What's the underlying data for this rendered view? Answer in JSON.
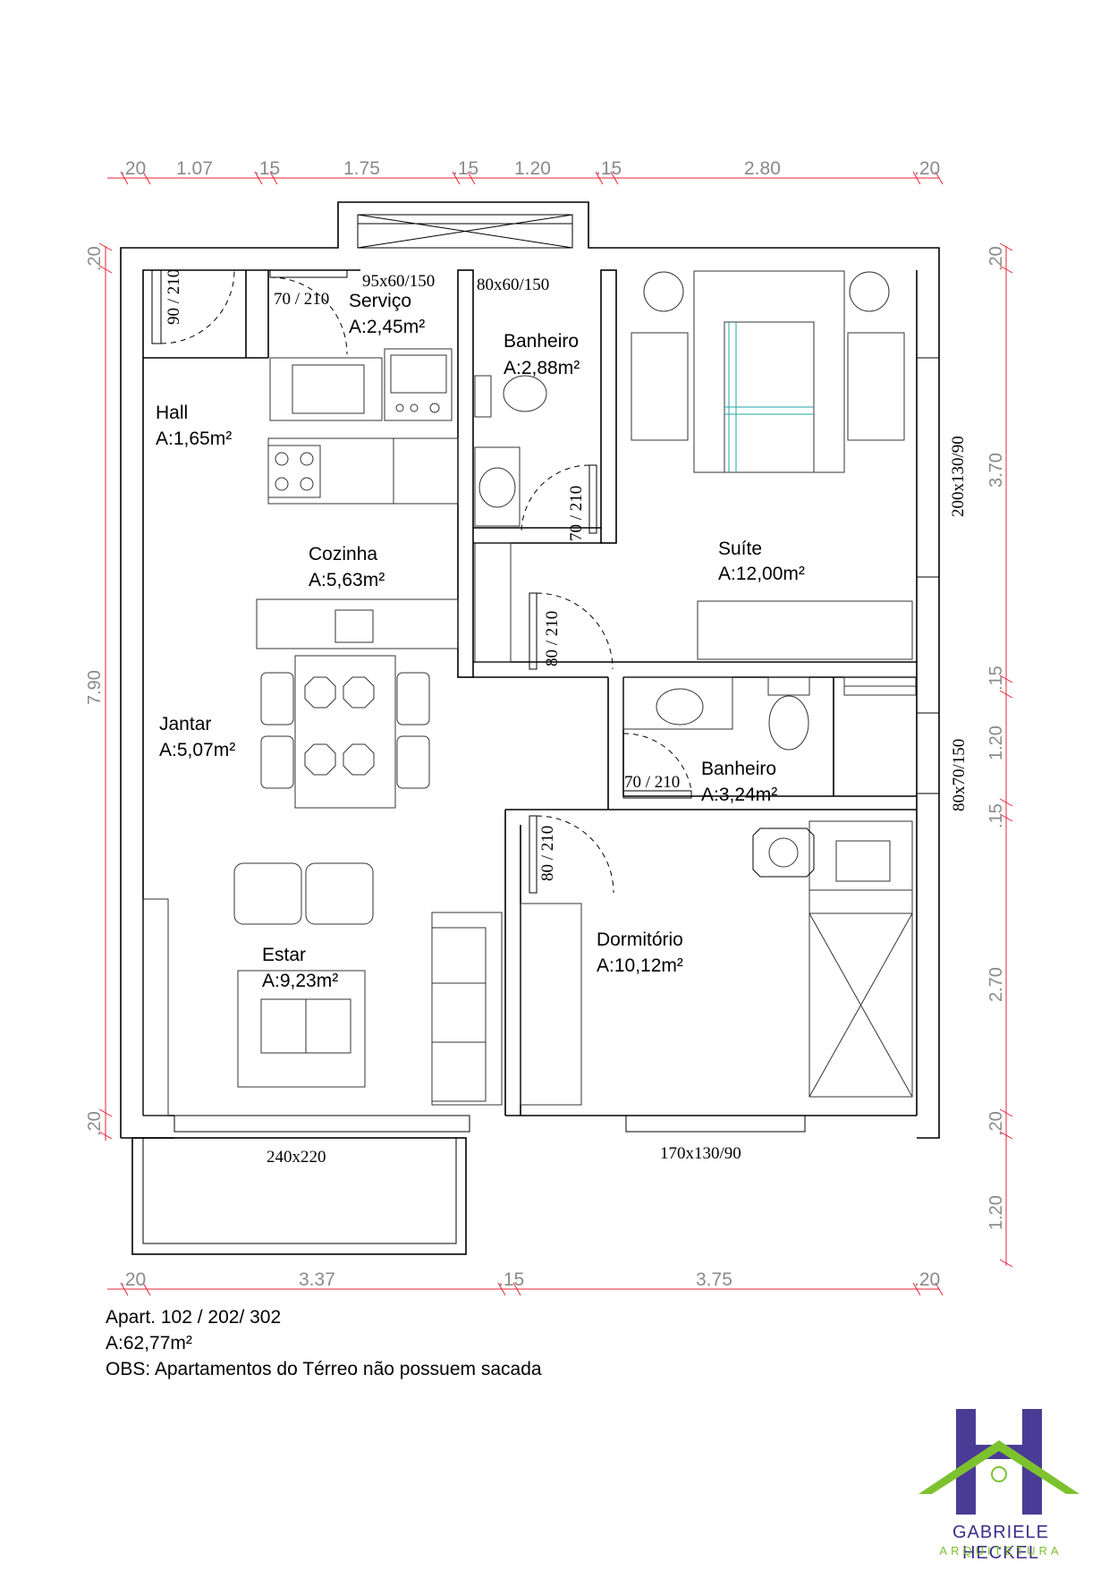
{
  "rooms": {
    "servico": {
      "name": "Serviço",
      "area": "A:2,45m²"
    },
    "banheiro1": {
      "name": "Banheiro",
      "area": "A:2,88m²"
    },
    "hall": {
      "name": "Hall",
      "area": "A:1,65m²"
    },
    "cozinha": {
      "name": "Cozinha",
      "area": "A:5,63m²"
    },
    "suite": {
      "name": "Suíte",
      "area": "A:12,00m²"
    },
    "jantar": {
      "name": "Jantar",
      "area": "A:5,07m²"
    },
    "banheiro2": {
      "name": "Banheiro",
      "area": "A:3,24m²"
    },
    "estar": {
      "name": "Estar",
      "area": "A:9,23m²"
    },
    "dormitorio": {
      "name": "Dormitório",
      "area": "A:10,12m²"
    }
  },
  "openings": {
    "hall_door": "90 / 210",
    "servico_door": "70 / 210",
    "servico_window": "95x60/150",
    "banheiro1_window": "80x60/150",
    "banheiro1_door": "70 / 210",
    "suite_window": "200x130/90",
    "corridor_door": "80 / 210",
    "banheiro2_door": "70 / 210",
    "banheiro2_window": "80x70/150",
    "dormitorio_door": "80 / 210",
    "estar_window": "240x220",
    "dormitorio_window": "170x130/90"
  },
  "dimensions": {
    "top": [
      ".20",
      "1.07",
      ".15",
      "1.75",
      ".15",
      "1.20",
      ".15",
      "2.80",
      ".20"
    ],
    "bottom": [
      ".20",
      "3.37",
      ".15",
      "3.75",
      ".20"
    ],
    "left": [
      ".20",
      "7.90",
      ".20"
    ],
    "right": [
      ".20",
      "3.70",
      ".15",
      "1.20",
      ".15",
      "2.70",
      ".20",
      "1.20"
    ]
  },
  "notes": {
    "apartments": "Apart. 102 / 202/ 302",
    "total_area": "A:62,77m²",
    "obs": "OBS: Apartamentos do Térreo não possuem sacada"
  },
  "logo": {
    "name": "GABRIELE HECKEL",
    "subtitle": "ARQUITETURA",
    "colors": {
      "letter": "#4a3c96",
      "roof": "#7dc22e"
    }
  }
}
